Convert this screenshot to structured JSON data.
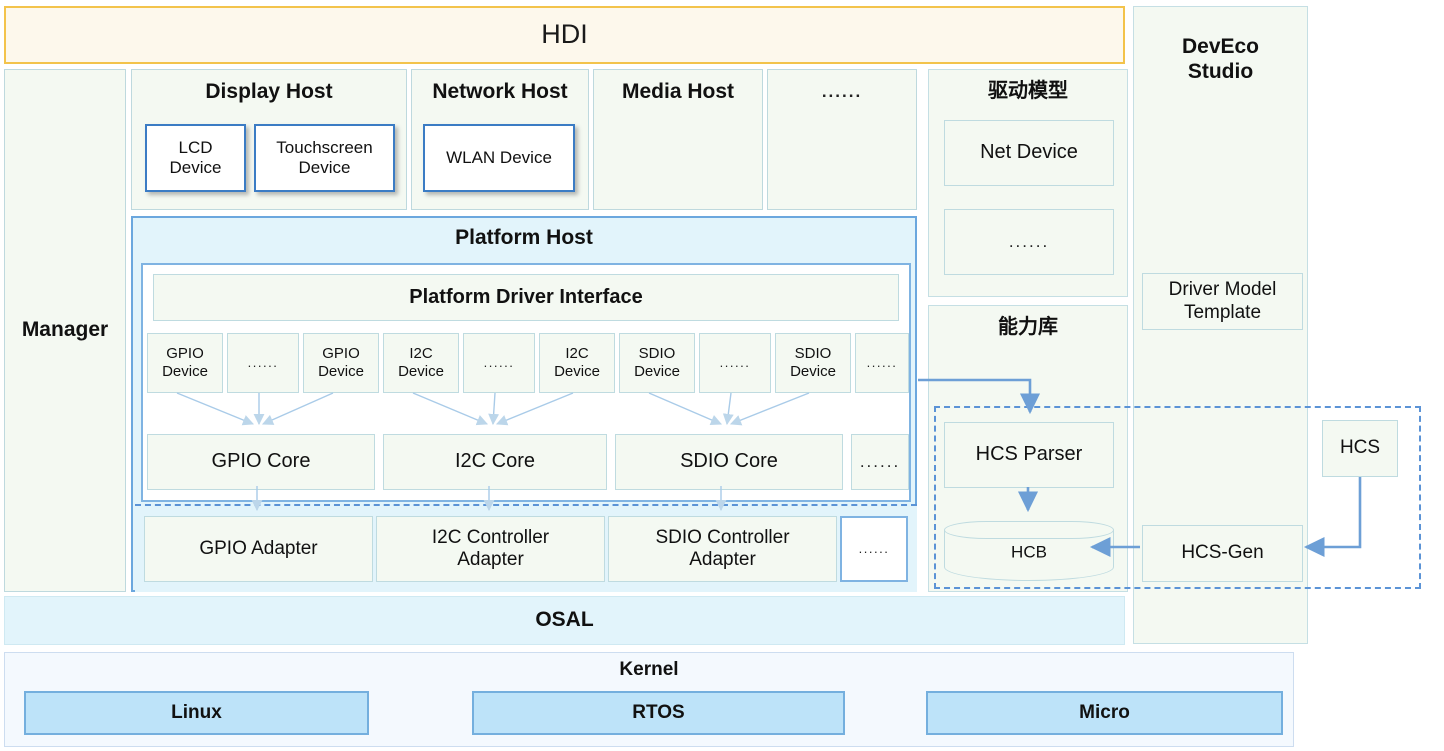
{
  "colors": {
    "hdi_border": "#f3c34b",
    "hdi_fill": "#fdf8ec",
    "panel_fill": "#f4f9f2",
    "panel_border": "#bed9de",
    "platform_fill": "#e2f4fb",
    "platform_border": "#6ba7de",
    "arrow_blue": "#6d9fd6",
    "kernel_item_fill": "#bde3f9",
    "dashed_blue": "#5b93d6"
  },
  "hdi": {
    "label": "HDI"
  },
  "manager": {
    "label": "Manager"
  },
  "hosts": [
    {
      "title": "Display Host",
      "devices": [
        {
          "label": "LCD\nDevice"
        },
        {
          "label": "Touchscreen\nDevice"
        }
      ]
    },
    {
      "title": "Network Host",
      "devices": [
        {
          "label": "WLAN Device"
        }
      ]
    },
    {
      "title": "Media Host",
      "devices": []
    },
    {
      "title": "......",
      "devices": []
    }
  ],
  "platform_host": {
    "title": "Platform Host",
    "driver_interface": "Platform Driver Interface",
    "devices": [
      "GPIO\nDevice",
      "......",
      "GPIO\nDevice",
      "I2C\nDevice",
      "......",
      "I2C\nDevice",
      "SDIO\nDevice",
      "......",
      "SDIO\nDevice",
      "......"
    ],
    "cores": [
      "GPIO Core",
      "I2C Core",
      "SDIO Core",
      "......"
    ],
    "adapters": [
      "GPIO Adapter",
      "I2C Controller\nAdapter",
      "SDIO Controller\nAdapter",
      "......"
    ]
  },
  "driver_model": {
    "title": "驱动模型",
    "items": [
      "Net Device",
      "......"
    ]
  },
  "capability_library": {
    "title": "能力库",
    "hcs_parser": "HCS Parser",
    "hcb": "HCB"
  },
  "deveco": {
    "title": "DevEco\nStudio",
    "driver_model_template": "Driver Model\nTemplate",
    "hcs_gen": "HCS-Gen"
  },
  "hcs": {
    "label": "HCS"
  },
  "osal": {
    "label": "OSAL"
  },
  "kernel": {
    "title": "Kernel",
    "items": [
      "Linux",
      "RTOS",
      "Micro"
    ]
  }
}
